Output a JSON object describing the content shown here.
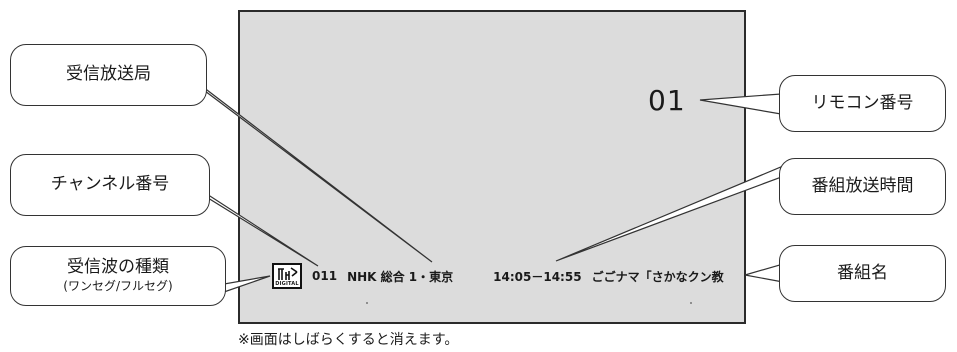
{
  "callouts": {
    "station": "受信放送局",
    "channel": "チャンネル番号",
    "wave_type": "受信波の種類",
    "wave_type_sub": "(ワンセグ/フルセグ)",
    "remote": "リモコン番号",
    "time": "番組放送時間",
    "program": "番組名"
  },
  "screen": {
    "remote_number": "01",
    "icon_label": "DIGITAL",
    "channel_number": "011",
    "station_name": "NHK 総合 1・東京",
    "broadcast_time": "14:05－14:55",
    "program_name": "ごごナマ「さかなクン教"
  },
  "note": "※画面はしばらくすると消えます。"
}
